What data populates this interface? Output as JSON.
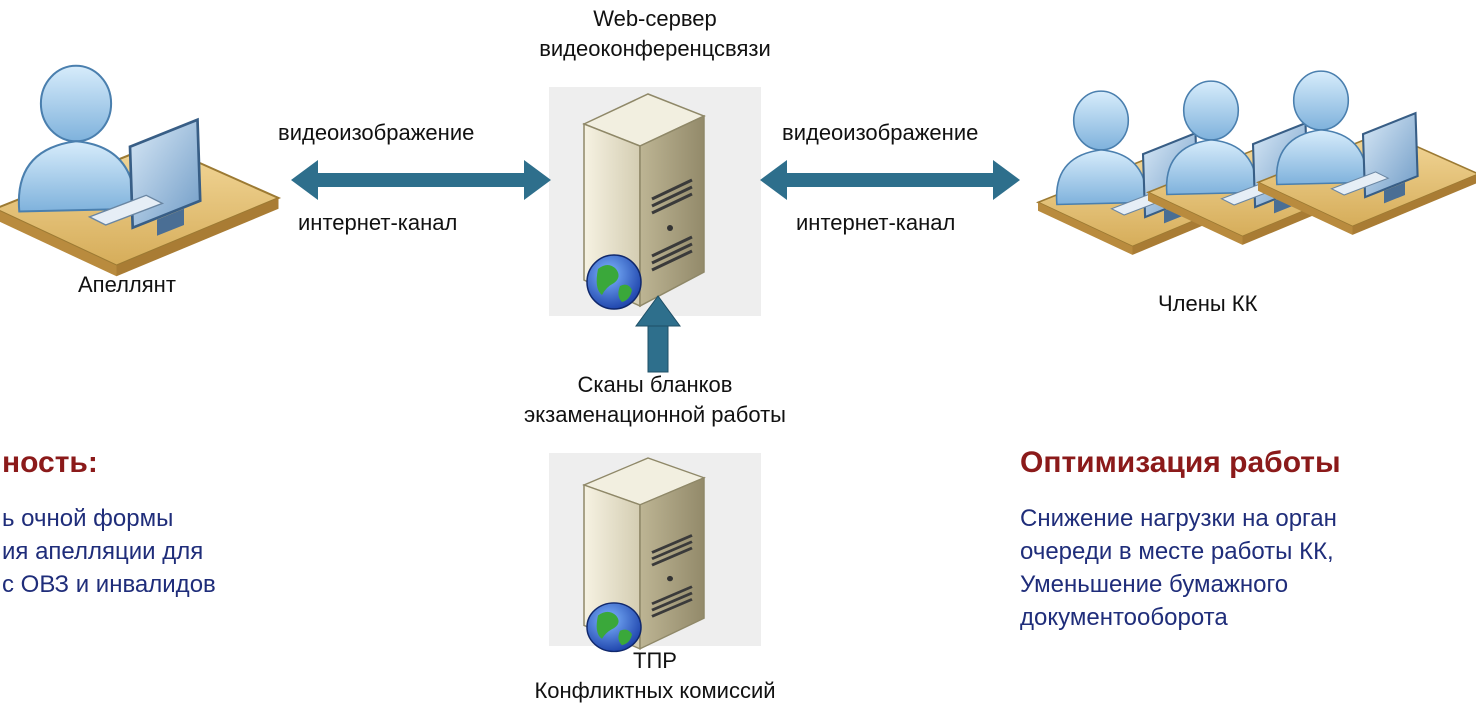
{
  "server_top": {
    "title_line1": "Web-сервер",
    "title_line2": "видеоконференцсвязи"
  },
  "left_link": {
    "top": "видеоизображение",
    "bottom": "интернет-канал"
  },
  "right_link": {
    "top": "видеоизображение",
    "bottom": "интернет-канал"
  },
  "appellant": {
    "label": "Апеллянт"
  },
  "members": {
    "label": "Члены КК"
  },
  "scans": {
    "line1": "Сканы бланков",
    "line2": "экзаменационной работы"
  },
  "server_bottom": {
    "line1": "ТПР",
    "line2": "Конфликтных комиссий"
  },
  "left_block": {
    "heading": "ность:",
    "lines": [
      "ь очной формы",
      "ия апелляции для",
      "с ОВЗ и инвалидов"
    ]
  },
  "right_block": {
    "heading": "Оптимизация работы",
    "lines": [
      "Снижение нагрузки на орган",
      "очереди в месте работы КК,",
      "Уменьшение бумажного",
      "документооборота"
    ]
  },
  "colors": {
    "arrow": "#2e6f8c",
    "heading": "#8b1a1a",
    "body_text": "#1f2d7a"
  }
}
